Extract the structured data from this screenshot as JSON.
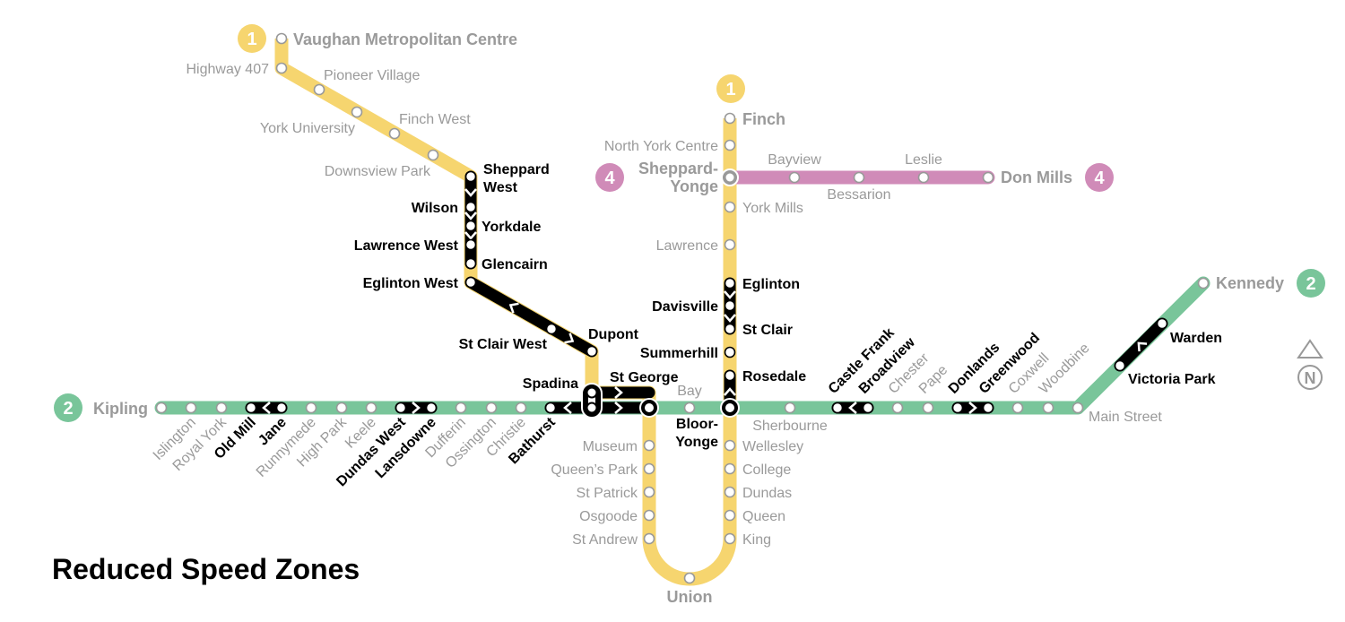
{
  "title": "Reduced Speed Zones",
  "colors": {
    "line1": "#F6D56F",
    "line2": "#79C59A",
    "line4": "#D08BB8",
    "slow": "#000000",
    "label": "#9a9a9a"
  },
  "badges": {
    "line1": "1",
    "line2": "2",
    "line4": "4"
  },
  "compass": {
    "north": "N"
  },
  "line1": [
    {
      "name": "Vaughan Metropolitan Centre",
      "slow": false
    },
    {
      "name": "Highway 407",
      "slow": false
    },
    {
      "name": "Pioneer Village",
      "slow": false
    },
    {
      "name": "York University",
      "slow": false
    },
    {
      "name": "Finch West",
      "slow": false
    },
    {
      "name": "Downsview Park",
      "slow": false
    },
    {
      "name": "Sheppard West",
      "slow": true
    },
    {
      "name": "Wilson",
      "slow": true
    },
    {
      "name": "Yorkdale",
      "slow": true
    },
    {
      "name": "Lawrence West",
      "slow": true
    },
    {
      "name": "Glencairn",
      "slow": true
    },
    {
      "name": "Eglinton West",
      "slow": true
    },
    {
      "name": "St Clair West",
      "slow": true
    },
    {
      "name": "Dupont",
      "slow": true
    },
    {
      "name": "Spadina",
      "slow": true
    },
    {
      "name": "St George",
      "slow": true
    },
    {
      "name": "Museum",
      "slow": false
    },
    {
      "name": "Queen’s Park",
      "slow": false
    },
    {
      "name": "St Patrick",
      "slow": false
    },
    {
      "name": "Osgoode",
      "slow": false
    },
    {
      "name": "St Andrew",
      "slow": false
    },
    {
      "name": "Union",
      "slow": false
    },
    {
      "name": "King",
      "slow": false
    },
    {
      "name": "Queen",
      "slow": false
    },
    {
      "name": "Dundas",
      "slow": false
    },
    {
      "name": "College",
      "slow": false
    },
    {
      "name": "Wellesley",
      "slow": false
    },
    {
      "name": "Bloor-Yonge",
      "slow": true
    },
    {
      "name": "Rosedale",
      "slow": true
    },
    {
      "name": "Summerhill",
      "slow": true
    },
    {
      "name": "St Clair",
      "slow": true
    },
    {
      "name": "Davisville",
      "slow": true
    },
    {
      "name": "Eglinton",
      "slow": true
    },
    {
      "name": "Lawrence",
      "slow": false
    },
    {
      "name": "York Mills",
      "slow": false
    },
    {
      "name": "Sheppard-Yonge",
      "slow": false
    },
    {
      "name": "North York Centre",
      "slow": false
    },
    {
      "name": "Finch",
      "slow": false
    }
  ],
  "line2": [
    {
      "name": "Kipling",
      "slow": false
    },
    {
      "name": "Islington",
      "slow": false
    },
    {
      "name": "Royal York",
      "slow": false
    },
    {
      "name": "Old Mill",
      "slow": true
    },
    {
      "name": "Jane",
      "slow": true
    },
    {
      "name": "Runnymede",
      "slow": false
    },
    {
      "name": "High Park",
      "slow": false
    },
    {
      "name": "Keele",
      "slow": false
    },
    {
      "name": "Dundas West",
      "slow": true
    },
    {
      "name": "Lansdowne",
      "slow": true
    },
    {
      "name": "Dufferin",
      "slow": false
    },
    {
      "name": "Ossington",
      "slow": false
    },
    {
      "name": "Christie",
      "slow": false
    },
    {
      "name": "Bathurst",
      "slow": true
    },
    {
      "name": "Bay",
      "slow": false
    },
    {
      "name": "Sherbourne",
      "slow": false
    },
    {
      "name": "Castle Frank",
      "slow": true
    },
    {
      "name": "Broadview",
      "slow": true
    },
    {
      "name": "Chester",
      "slow": false
    },
    {
      "name": "Pape",
      "slow": false
    },
    {
      "name": "Donlands",
      "slow": true
    },
    {
      "name": "Greenwood",
      "slow": true
    },
    {
      "name": "Coxwell",
      "slow": false
    },
    {
      "name": "Woodbine",
      "slow": false
    },
    {
      "name": "Main Street",
      "slow": false
    },
    {
      "name": "Victoria Park",
      "slow": true
    },
    {
      "name": "Warden",
      "slow": true
    },
    {
      "name": "Kennedy",
      "slow": false
    }
  ],
  "line4": [
    {
      "name": "Bayview",
      "slow": false
    },
    {
      "name": "Bessarion",
      "slow": false
    },
    {
      "name": "Leslie",
      "slow": false
    },
    {
      "name": "Don Mills",
      "slow": false
    }
  ]
}
